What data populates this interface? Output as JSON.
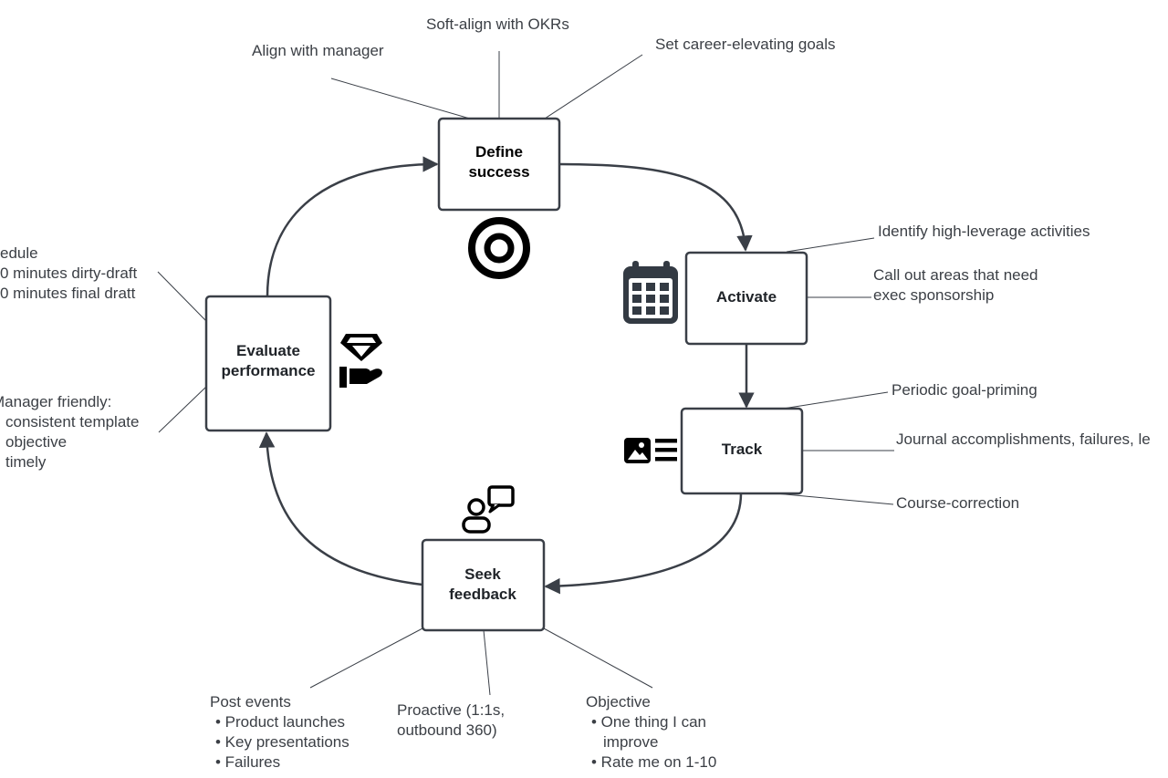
{
  "nodes": {
    "define": [
      "Define",
      "success"
    ],
    "activate": [
      "Activate"
    ],
    "track": [
      "Track"
    ],
    "seek": [
      "Seek",
      "feedback"
    ],
    "evaluate": [
      "Evaluate",
      "performance"
    ]
  },
  "notes": {
    "align_manager": "Align with manager",
    "soft_align": "Soft-align with OKRs",
    "career_goals": "Set career-elevating goals",
    "high_leverage": "Identify high-leverage activities",
    "exec_sponsorship": [
      "Call out areas that need",
      "exec sponsorship"
    ],
    "goal_priming": "Periodic goal-priming",
    "journal": "Journal accomplishments, failures, le",
    "course_correction": "Course-correction",
    "schedule": [
      "edule",
      "0 minutes dirty-draft",
      "0 minutes final dratt"
    ],
    "manager_friendly": [
      "Manager friendly:",
      "consistent template",
      "objective",
      "timely"
    ],
    "post_events": [
      "Post events",
      "• Product launches",
      "• Key presentations",
      "• Failures"
    ],
    "proactive": [
      "Proactive (1:1s,",
      "outbound 360)"
    ],
    "objective": [
      "Objective",
      "• One thing I can",
      "improve",
      "• Rate me on 1-10"
    ]
  },
  "icons": {
    "define": "target-icon",
    "activate": "calendar-icon",
    "track": "journal-icon",
    "seek": "feedback-icon",
    "evaluate": "diamond-hand-icon"
  },
  "colors": {
    "stroke": "#3a3f47",
    "text": "#3b3f45",
    "icon": "#000000"
  }
}
